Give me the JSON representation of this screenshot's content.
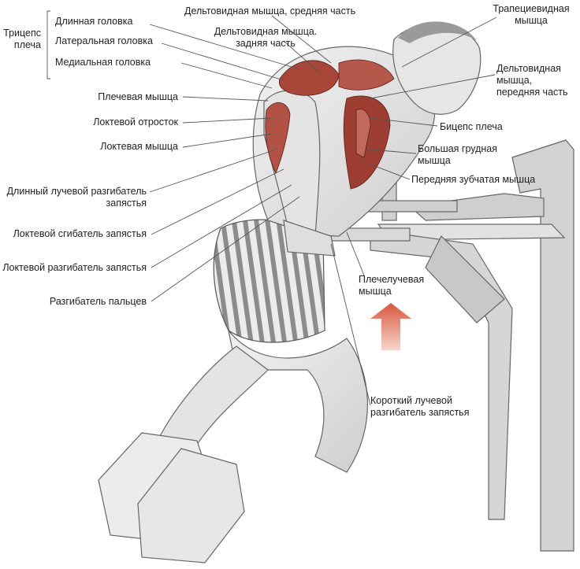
{
  "triceps_group": {
    "title_line1": "Трицепс",
    "title_line2": "плеча",
    "heads": [
      "Длинная головка",
      "Латеральная головка",
      "Медиальная головка"
    ]
  },
  "left_labels": [
    "Плечевая мышца",
    "Локтевой отросток",
    "Локтевая мышца",
    "Длинный лучевой разгибатель\nзапястья",
    "Локтевой сгибатель запястья",
    "Локтевой разгибатель запястья",
    "Разгибатель пальцев"
  ],
  "top_labels": {
    "deltoid_middle": "Дельтовидная мышца, средняя часть",
    "deltoid_rear": "Дельтовидная мышца.\nзадняя часть",
    "trapezius": "Трапециевидная\nмышца",
    "deltoid_front": "Дельтовидная\nмышца,\nпередняя часть"
  },
  "right_labels": {
    "biceps": "Бицепс плеча",
    "pectoralis": "Большая грудная\nмышца",
    "serratus": "Передняя зубчатая мышца",
    "brachioradialis": "Плечелучевая\nмышца",
    "ecr_brevis": "Короткий лучевой\nразгибатель запястья"
  },
  "colors": {
    "muscle": "#a8463a",
    "arrow": "#e06a50",
    "line": "#555555",
    "body": "#e8e8e8"
  }
}
